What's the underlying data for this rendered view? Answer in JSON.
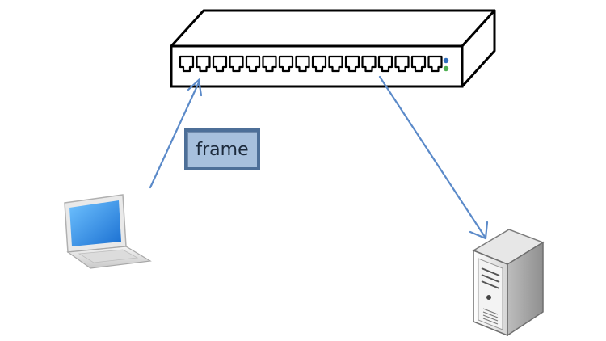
{
  "frame_label": "frame",
  "colors": {
    "arrow": "#5b8ac9",
    "frame_fill": "#a7c0dd",
    "frame_border": "#4d6f98",
    "switch_outline": "#000000",
    "led_top": "#2f6fbf",
    "led_bottom": "#4caf50"
  },
  "icons": [
    "switch-icon",
    "laptop-icon",
    "server-icon"
  ],
  "switch": {
    "port_count": 16,
    "led_count": 2
  }
}
